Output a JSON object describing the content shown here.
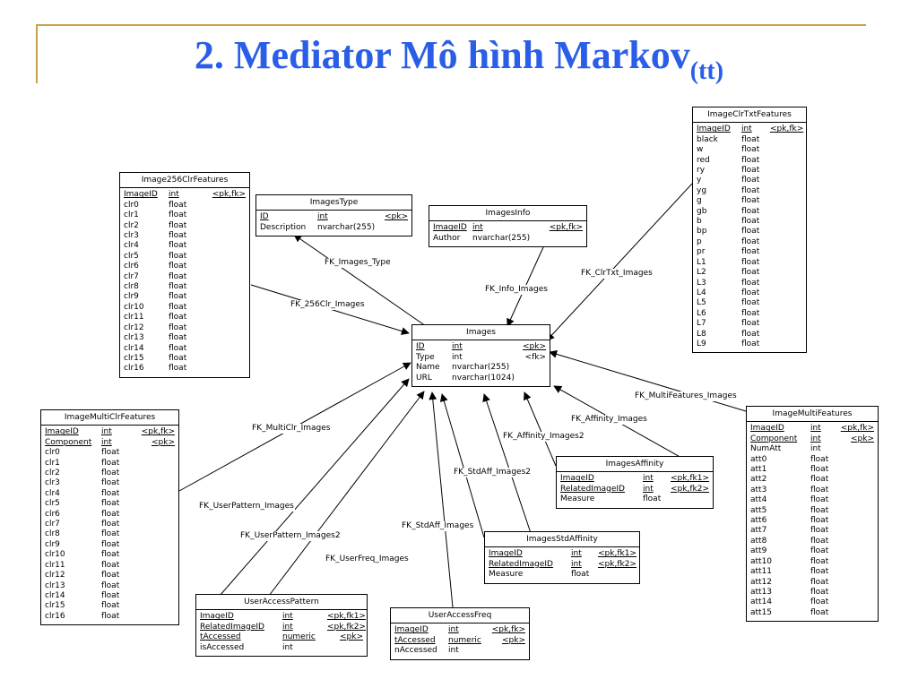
{
  "slide": {
    "title": "2. Mediator Mô hình Markov",
    "title_sub": "(tt)"
  },
  "entities": {
    "image256": {
      "name": "Image256ClrFeatures",
      "rows": [
        [
          "ImageID",
          "int",
          "<pk,fk>"
        ],
        [
          "clr0",
          "float",
          ""
        ],
        [
          "clr1",
          "float",
          ""
        ],
        [
          "clr2",
          "float",
          ""
        ],
        [
          "clr3",
          "float",
          ""
        ],
        [
          "clr4",
          "float",
          ""
        ],
        [
          "clr5",
          "float",
          ""
        ],
        [
          "clr6",
          "float",
          ""
        ],
        [
          "clr7",
          "float",
          ""
        ],
        [
          "clr8",
          "float",
          ""
        ],
        [
          "clr9",
          "float",
          ""
        ],
        [
          "clr10",
          "float",
          ""
        ],
        [
          "clr11",
          "float",
          ""
        ],
        [
          "clr12",
          "float",
          ""
        ],
        [
          "clr13",
          "float",
          ""
        ],
        [
          "clr14",
          "float",
          ""
        ],
        [
          "clr15",
          "float",
          ""
        ],
        [
          "clr16",
          "float",
          ""
        ]
      ]
    },
    "imagesType": {
      "name": "ImagesType",
      "rows": [
        [
          "ID",
          "int",
          "<pk>"
        ],
        [
          "Description",
          "nvarchar(255)",
          ""
        ]
      ]
    },
    "imagesInfo": {
      "name": "ImagesInfo",
      "rows": [
        [
          "ImageID",
          "int",
          "<pk,fk>"
        ],
        [
          "Author",
          "nvarchar(255)",
          ""
        ]
      ]
    },
    "clrTxt": {
      "name": "ImageClrTxtFeatures",
      "rows": [
        [
          "ImageID",
          "int",
          "<pk,fk>"
        ],
        [
          "black",
          "float",
          ""
        ],
        [
          "w",
          "float",
          ""
        ],
        [
          "red",
          "float",
          ""
        ],
        [
          "ry",
          "float",
          ""
        ],
        [
          "y",
          "float",
          ""
        ],
        [
          "yg",
          "float",
          ""
        ],
        [
          "g",
          "float",
          ""
        ],
        [
          "gb",
          "float",
          ""
        ],
        [
          "b",
          "float",
          ""
        ],
        [
          "bp",
          "float",
          ""
        ],
        [
          "p",
          "float",
          ""
        ],
        [
          "pr",
          "float",
          ""
        ],
        [
          "L1",
          "float",
          ""
        ],
        [
          "L2",
          "float",
          ""
        ],
        [
          "L3",
          "float",
          ""
        ],
        [
          "L4",
          "float",
          ""
        ],
        [
          "L5",
          "float",
          ""
        ],
        [
          "L6",
          "float",
          ""
        ],
        [
          "L7",
          "float",
          ""
        ],
        [
          "L8",
          "float",
          ""
        ],
        [
          "L9",
          "float",
          ""
        ]
      ]
    },
    "images": {
      "name": "Images",
      "rows": [
        [
          "ID",
          "int",
          "<pk>"
        ],
        [
          "Type",
          "int",
          "<fk>"
        ],
        [
          "Name",
          "nvarchar(255)",
          ""
        ],
        [
          "URL",
          "nvarchar(1024)",
          ""
        ]
      ]
    },
    "multiClr": {
      "name": "ImageMultiClrFeatures",
      "rows": [
        [
          "ImageID",
          "int",
          "<pk,fk>"
        ],
        [
          "Component",
          "int",
          "<pk>"
        ],
        [
          "clr0",
          "float",
          ""
        ],
        [
          "clr1",
          "float",
          ""
        ],
        [
          "clr2",
          "float",
          ""
        ],
        [
          "clr3",
          "float",
          ""
        ],
        [
          "clr4",
          "float",
          ""
        ],
        [
          "clr5",
          "float",
          ""
        ],
        [
          "clr6",
          "float",
          ""
        ],
        [
          "clr7",
          "float",
          ""
        ],
        [
          "clr8",
          "float",
          ""
        ],
        [
          "clr9",
          "float",
          ""
        ],
        [
          "clr10",
          "float",
          ""
        ],
        [
          "clr11",
          "float",
          ""
        ],
        [
          "clr12",
          "float",
          ""
        ],
        [
          "clr13",
          "float",
          ""
        ],
        [
          "clr14",
          "float",
          ""
        ],
        [
          "clr15",
          "float",
          ""
        ],
        [
          "clr16",
          "float",
          ""
        ]
      ]
    },
    "multiFeat": {
      "name": "ImageMultiFeatures",
      "rows": [
        [
          "ImageID",
          "int",
          "<pk,fk>"
        ],
        [
          "Component",
          "int",
          "<pk>"
        ],
        [
          "NumAtt",
          "int",
          ""
        ],
        [
          "att0",
          "float",
          ""
        ],
        [
          "att1",
          "float",
          ""
        ],
        [
          "att2",
          "float",
          ""
        ],
        [
          "att3",
          "float",
          ""
        ],
        [
          "att4",
          "float",
          ""
        ],
        [
          "att5",
          "float",
          ""
        ],
        [
          "att6",
          "float",
          ""
        ],
        [
          "att7",
          "float",
          ""
        ],
        [
          "att8",
          "float",
          ""
        ],
        [
          "att9",
          "float",
          ""
        ],
        [
          "att10",
          "float",
          ""
        ],
        [
          "att11",
          "float",
          ""
        ],
        [
          "att12",
          "float",
          ""
        ],
        [
          "att13",
          "float",
          ""
        ],
        [
          "att14",
          "float",
          ""
        ],
        [
          "att15",
          "float",
          ""
        ]
      ]
    },
    "affinity": {
      "name": "ImagesAffinity",
      "rows": [
        [
          "ImageID",
          "int",
          "<pk,fk1>"
        ],
        [
          "RelatedImageID",
          "int",
          "<pk,fk2>"
        ],
        [
          "Measure",
          "float",
          ""
        ]
      ]
    },
    "stdAff": {
      "name": "ImagesStdAffinity",
      "rows": [
        [
          "ImageID",
          "int",
          "<pk,fk1>"
        ],
        [
          "RelatedImageID",
          "int",
          "<pk,fk2>"
        ],
        [
          "Measure",
          "float",
          ""
        ]
      ]
    },
    "userPattern": {
      "name": "UserAccessPattern",
      "rows": [
        [
          "ImageID",
          "int",
          "<pk,fk1>"
        ],
        [
          "RelatedImageID",
          "int",
          "<pk,fk2>"
        ],
        [
          "tAccessed",
          "numeric",
          "<pk>"
        ],
        [
          "isAccessed",
          "int",
          ""
        ]
      ]
    },
    "userFreq": {
      "name": "UserAccessFreq",
      "rows": [
        [
          "ImageID",
          "int",
          "<pk,fk>"
        ],
        [
          "tAccessed",
          "numeric",
          "<pk>"
        ],
        [
          "nAccessed",
          "int",
          ""
        ]
      ]
    }
  },
  "relations": [
    {
      "label": "FK_Images_Type"
    },
    {
      "label": "FK_Info_Images"
    },
    {
      "label": "FK_256Clr_Images"
    },
    {
      "label": "FK_ClrTxt_Images"
    },
    {
      "label": "FK_MultiFeatures_Images"
    },
    {
      "label": "FK_Affinity_Images"
    },
    {
      "label": "FK_Affinity_Images2"
    },
    {
      "label": "FK_StdAff_Images2"
    },
    {
      "label": "FK_StdAff_Images"
    },
    {
      "label": "FK_MultiClr_Images"
    },
    {
      "label": "FK_UserPattern_Images"
    },
    {
      "label": "FK_UserPattern_Images2"
    },
    {
      "label": "FK_UserFreq_Images"
    }
  ]
}
